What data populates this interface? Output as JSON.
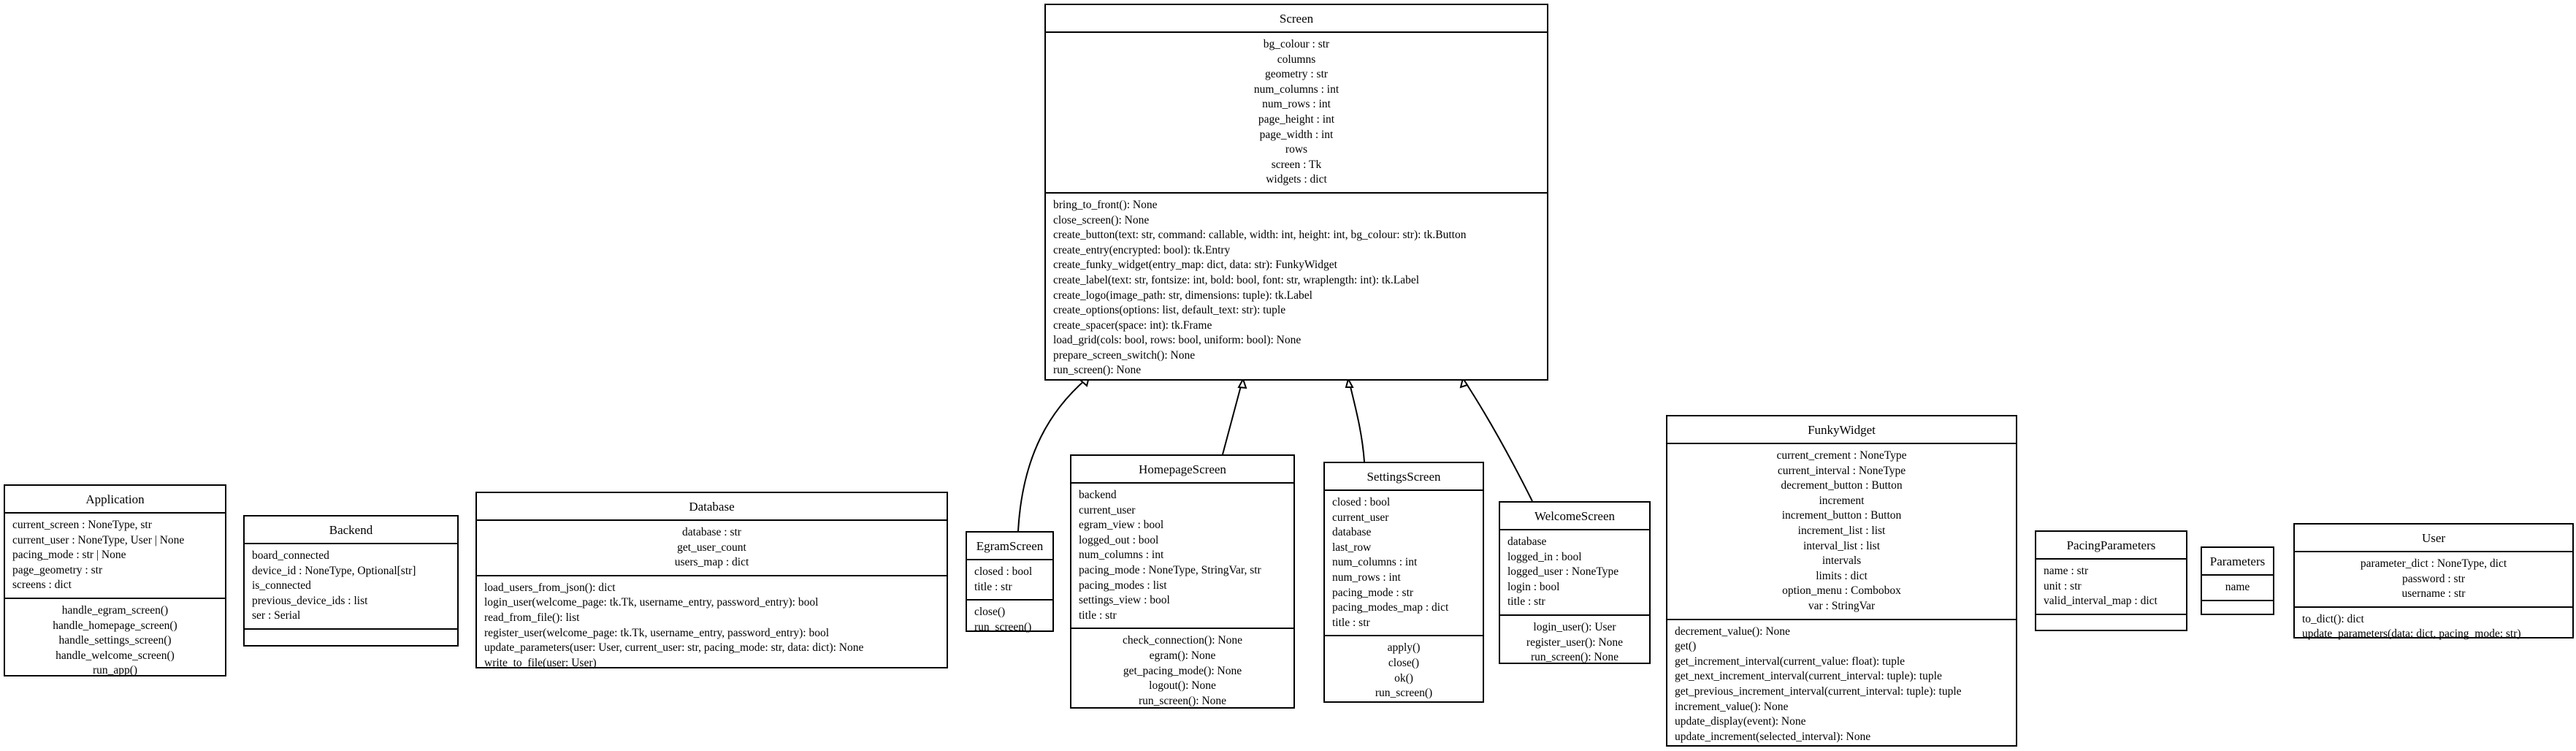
{
  "classes": {
    "screen": {
      "name": "Screen",
      "attributes": [
        "bg_colour : str",
        "columns",
        "geometry : str",
        "num_columns : int",
        "num_rows : int",
        "page_height : int",
        "page_width : int",
        "rows",
        "screen : Tk",
        "widgets : dict"
      ],
      "methods": [
        "bring_to_front(): None",
        "close_screen(): None",
        "create_button(text: str, command: callable, width: int, height: int, bg_colour: str): tk.Button",
        "create_entry(encrypted: bool): tk.Entry",
        "create_funky_widget(entry_map: dict, data: str): FunkyWidget",
        "create_label(text: str, fontsize: int, bold: bool, font: str, wraplength: int): tk.Label",
        "create_logo(image_path: str, dimensions: tuple): tk.Label",
        "create_options(options: list, default_text: str): tuple",
        "create_spacer(space: int): tk.Frame",
        "load_grid(cols: bool, rows: bool, uniform: bool): None",
        "prepare_screen_switch(): None",
        "run_screen(): None"
      ]
    },
    "application": {
      "name": "Application",
      "attributes": [
        "current_screen : NoneType, str",
        "current_user : NoneType, User | None",
        "pacing_mode : str | None",
        "page_geometry : str",
        "screens : dict"
      ],
      "methods": [
        "handle_egram_screen()",
        "handle_homepage_screen()",
        "handle_settings_screen()",
        "handle_welcome_screen()",
        "run_app()"
      ]
    },
    "backend": {
      "name": "Backend",
      "attributes": [
        "board_connected",
        "device_id : NoneType, Optional[str]",
        "is_connected",
        "previous_device_ids : list",
        "ser : Serial"
      ],
      "methods": []
    },
    "database": {
      "name": "Database",
      "attributes": [
        "database : str",
        "get_user_count",
        "users_map : dict"
      ],
      "methods": [
        "load_users_from_json(): dict",
        "login_user(welcome_page: tk.Tk, username_entry, password_entry): bool",
        "read_from_file(): list",
        "register_user(welcome_page: tk.Tk, username_entry, password_entry): bool",
        "update_parameters(user: User, current_user: str, pacing_mode: str, data: dict): None",
        "write_to_file(user: User)"
      ]
    },
    "egram": {
      "name": "EgramScreen",
      "attributes": [
        "closed : bool",
        "title : str"
      ],
      "methods": [
        "close()",
        "run_screen()"
      ]
    },
    "homepage": {
      "name": "HomepageScreen",
      "attributes": [
        "backend",
        "current_user",
        "egram_view : bool",
        "logged_out : bool",
        "num_columns : int",
        "pacing_mode : NoneType, StringVar, str",
        "pacing_modes : list",
        "settings_view : bool",
        "title : str"
      ],
      "methods": [
        "check_connection(): None",
        "egram(): None",
        "get_pacing_mode(): None",
        "logout(): None",
        "run_screen(): None"
      ]
    },
    "settings": {
      "name": "SettingsScreen",
      "attributes": [
        "closed : bool",
        "current_user",
        "database",
        "last_row",
        "num_columns : int",
        "num_rows : int",
        "pacing_mode : str",
        "pacing_modes_map : dict",
        "title : str"
      ],
      "methods": [
        "apply()",
        "close()",
        "ok()",
        "run_screen()"
      ]
    },
    "welcome": {
      "name": "WelcomeScreen",
      "attributes": [
        "database",
        "logged_in : bool",
        "logged_user : NoneType",
        "login : bool",
        "title : str"
      ],
      "methods": [
        "login_user(): User",
        "register_user(): None",
        "run_screen(): None"
      ]
    },
    "funky": {
      "name": "FunkyWidget",
      "attributes": [
        "current_crement : NoneType",
        "current_interval : NoneType",
        "decrement_button : Button",
        "increment",
        "increment_button : Button",
        "increment_list : list",
        "interval_list : list",
        "intervals",
        "limits : dict",
        "option_menu : Combobox",
        "var : StringVar"
      ],
      "methods": [
        "decrement_value(): None",
        "get()",
        "get_increment_interval(current_value: float): tuple",
        "get_next_increment_interval(current_interval: tuple): tuple",
        "get_previous_increment_interval(current_interval: tuple): tuple",
        "increment_value(): None",
        "update_display(event): None",
        "update_increment(selected_interval): None"
      ]
    },
    "pacing": {
      "name": "PacingParameters",
      "attributes": [
        "name : str",
        "unit : str",
        "valid_interval_map : dict"
      ],
      "methods": []
    },
    "parameters": {
      "name": "Parameters",
      "attributes": [
        "name"
      ],
      "methods": []
    },
    "user": {
      "name": "User",
      "attributes": [
        "parameter_dict : NoneType, dict",
        "password : str",
        "username : str"
      ],
      "methods": [
        "to_dict(): dict",
        "update_parameters(data: dict, pacing_mode: str)"
      ]
    }
  }
}
